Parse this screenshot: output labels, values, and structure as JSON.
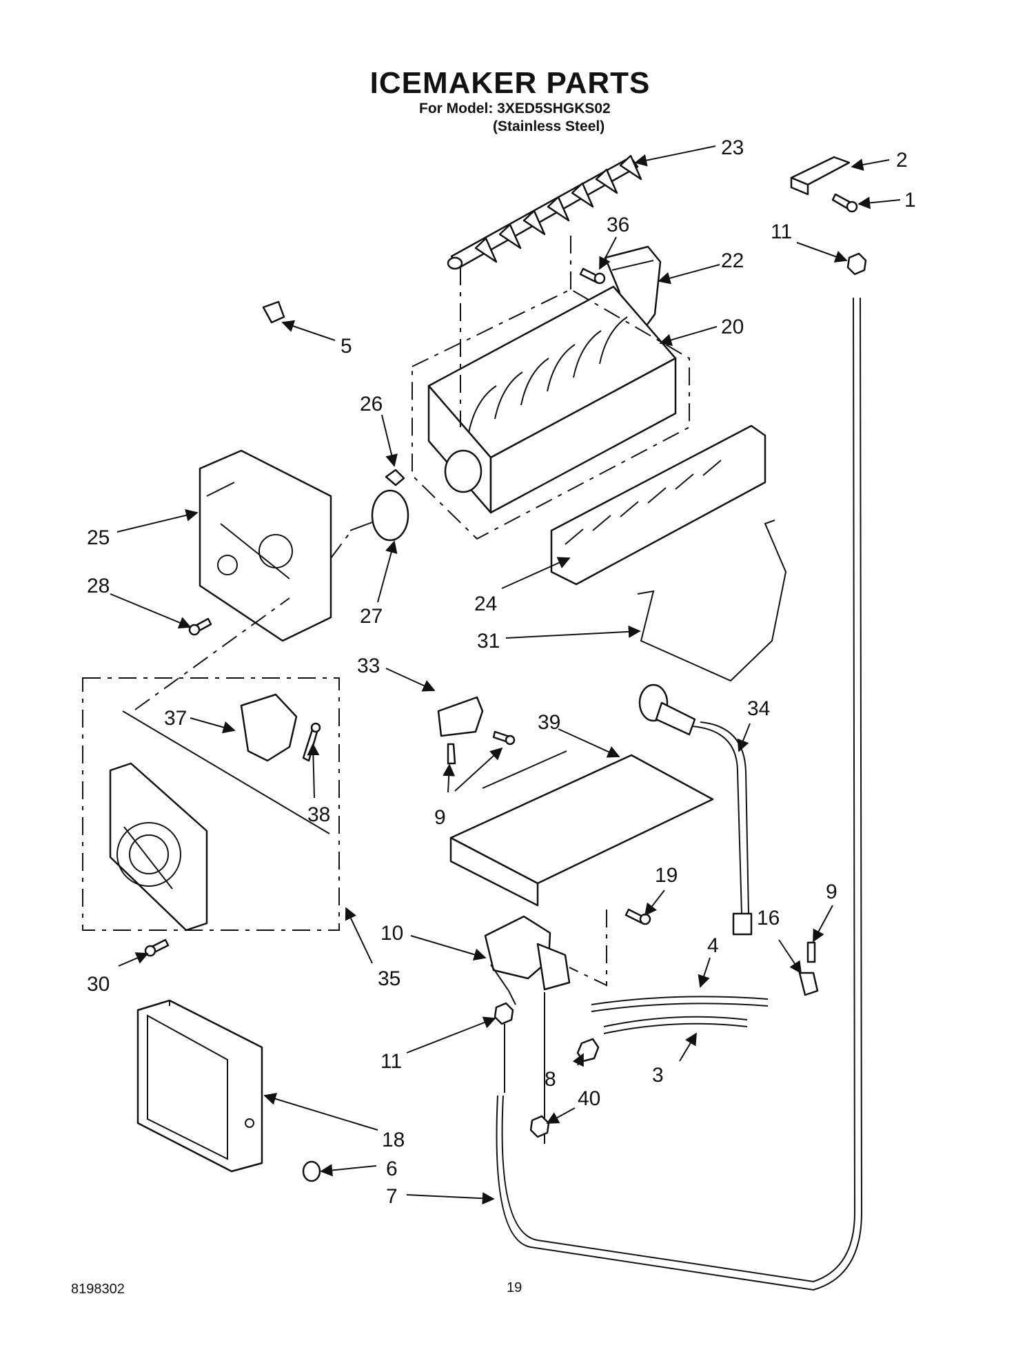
{
  "header": {
    "title": "ICEMAKER PARTS",
    "model_line": "For Model: 3XED5SHGKS02",
    "finish": "(Stainless Steel)"
  },
  "footer": {
    "doc_number": "8198302",
    "page_number": "19"
  },
  "callouts": {
    "c1": "1",
    "c2": "2",
    "c3": "3",
    "c4": "4",
    "c5": "5",
    "c6": "6",
    "c7": "7",
    "c8": "8",
    "c9a": "9",
    "c9b": "9",
    "c10": "10",
    "c11a": "11",
    "c11b": "11",
    "c16": "16",
    "c18": "18",
    "c19": "19",
    "c20": "20",
    "c22": "22",
    "c23": "23",
    "c24": "24",
    "c25": "25",
    "c26": "26",
    "c27": "27",
    "c28": "28",
    "c30": "30",
    "c31": "31",
    "c33": "33",
    "c34": "34",
    "c35": "35",
    "c36": "36",
    "c37": "37",
    "c38": "38",
    "c39": "39",
    "c40": "40"
  }
}
